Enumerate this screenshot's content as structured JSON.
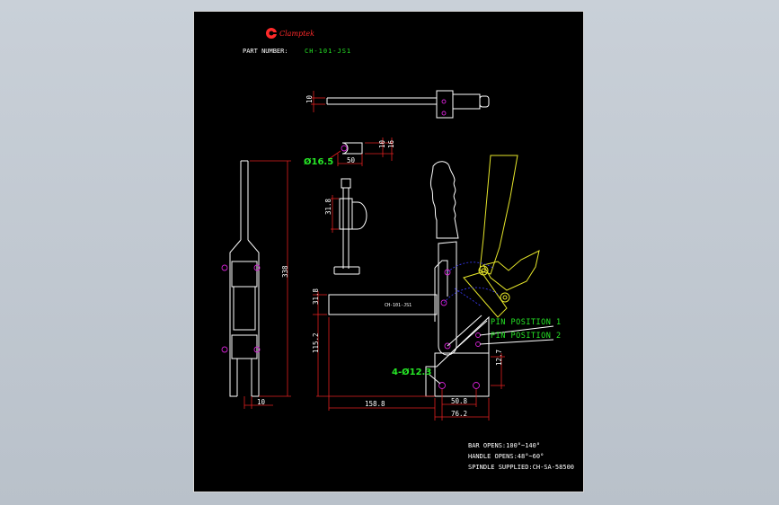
{
  "brand": {
    "name": "Clamptek",
    "color": "#ff2a2a"
  },
  "part_number": {
    "label": "PART NUMBER:",
    "value": "CH-101-JS1"
  },
  "dimensions": {
    "top_thickness": "10",
    "eye_h1": "10",
    "eye_h2": "16",
    "eye_width": "50",
    "eye_dia": "Ø16.5",
    "spindle_len": "31.8",
    "overall_height": "338",
    "base_width": "10",
    "bar_height": "31.8",
    "bar_drop": "115.2",
    "reach": "158.8",
    "mount_dia": "4-Ø12.3",
    "base_inner": "50.8",
    "base_outer": "76.2",
    "base_h": "12.7",
    "bar_tag": "CH-101-JS1"
  },
  "pins": {
    "pos1": "PIN POSITION 1",
    "pos2": "PIN POSITION 2"
  },
  "notes": [
    "BAR OPENS:100°~140°",
    "HANDLE OPENS:48°~60°",
    "SPINDLE SUPPLIED:CH-SA-58500"
  ],
  "colors": {
    "background": "#000000",
    "outline": "#ffffff",
    "dimension": "#e02020",
    "label": "#26e626",
    "alt_position": "#e6e62a",
    "pivot": "#d020d0"
  }
}
